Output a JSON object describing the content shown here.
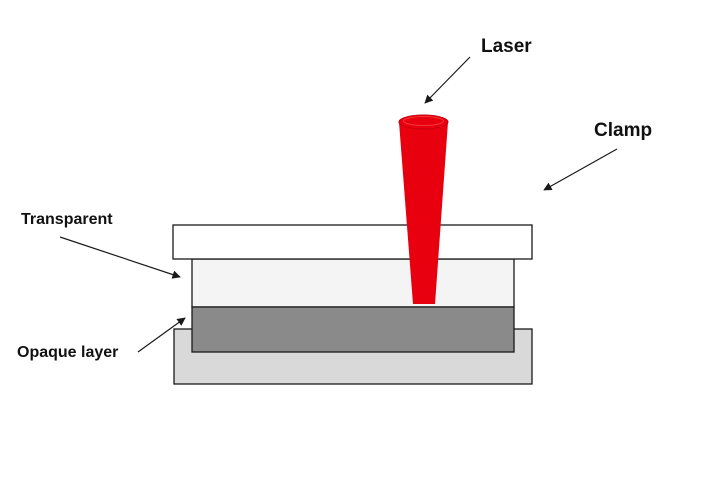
{
  "labels": {
    "laser": "Laser",
    "clamp": "Clamp",
    "transparent": "Transparent",
    "opaque": "Opaque layer"
  },
  "colors": {
    "laser": "#e8000f",
    "laser_dark": "#c9000c",
    "clamp_top": "#ffffff",
    "transparent_layer": "#f4f4f4",
    "opaque_layer": "#8a8a8a",
    "clamp_bottom": "#d9d9d9",
    "outline": "#1a1a1a"
  }
}
